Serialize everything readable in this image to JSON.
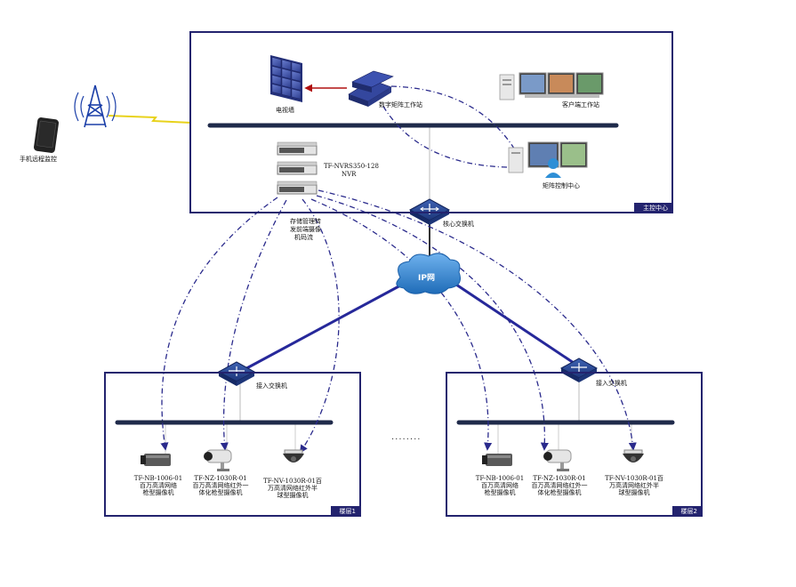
{
  "main_center": {
    "tag": "主控中心"
  },
  "floor1": {
    "tag": "楼层1"
  },
  "floor2": {
    "tag": "楼层2"
  },
  "mobile": {
    "label": "手机远程监控",
    "icon": "smartphone-icon"
  },
  "tower": {
    "icon": "radio-tower-icon"
  },
  "tv_wall": {
    "label": "电视墙",
    "icon": "tv-wall-icon"
  },
  "matrix_workstation": {
    "label": "数字矩阵工作站",
    "icon": "server-stack-icon"
  },
  "client_workstation": {
    "label": "客户端工作站",
    "icon": "workstation-icon"
  },
  "matrix_control": {
    "label": "矩阵控制中心",
    "icon": "control-center-icon"
  },
  "nvr": {
    "model": "TF-NVRS350-128",
    "type": "NVR",
    "icon": "nvr-rack-icon"
  },
  "nvr_note": {
    "line1": "存储管理转",
    "line2": "发前端摄像",
    "line3": "机码流"
  },
  "core_switch": {
    "label": "核心交换机",
    "icon": "switch-icon"
  },
  "ip_cloud": {
    "label": "IP网",
    "icon": "cloud-icon"
  },
  "access_switch_1": {
    "label": "接入交换机"
  },
  "access_switch_2": {
    "label": "接入交换机"
  },
  "ellipsis": "........",
  "cameras": [
    {
      "line1": "TF-NB-1006-01",
      "line2": "百万高清网络",
      "line3": "枪型摄像机",
      "icon": "bullet-camera-icon"
    },
    {
      "line1": "TF-NZ-1030R-01",
      "line2": "百万高清网络红外一",
      "line3": "体化枪型摄像机",
      "icon": "ir-bullet-camera-icon"
    },
    {
      "line1": "TF-NV-1030R-01百",
      "line2": "万高清网络红外半",
      "line3": "球型摄像机",
      "icon": "dome-camera-icon"
    },
    {
      "line1": "TF-NB-1006-01",
      "line2": "百万高清网络",
      "line3": "枪型摄像机",
      "icon": "bullet-camera-icon"
    },
    {
      "line1": "TF-NZ-1030R-01",
      "line2": "百万高清网络红外一",
      "line3": "体化枪型摄像机",
      "icon": "ir-bullet-camera-icon"
    },
    {
      "line1": "TF-NV-1030R-01百",
      "line2": "万高清网络红外半",
      "line3": "球型摄像机",
      "icon": "dome-camera-icon"
    }
  ],
  "colors": {
    "border": "#23236e",
    "bus": "#1f2a4a",
    "link": "#2a2a8c",
    "cloud": "#2e7fc9",
    "arrow_red": "#b01010",
    "wireless": "#e8d21a"
  }
}
